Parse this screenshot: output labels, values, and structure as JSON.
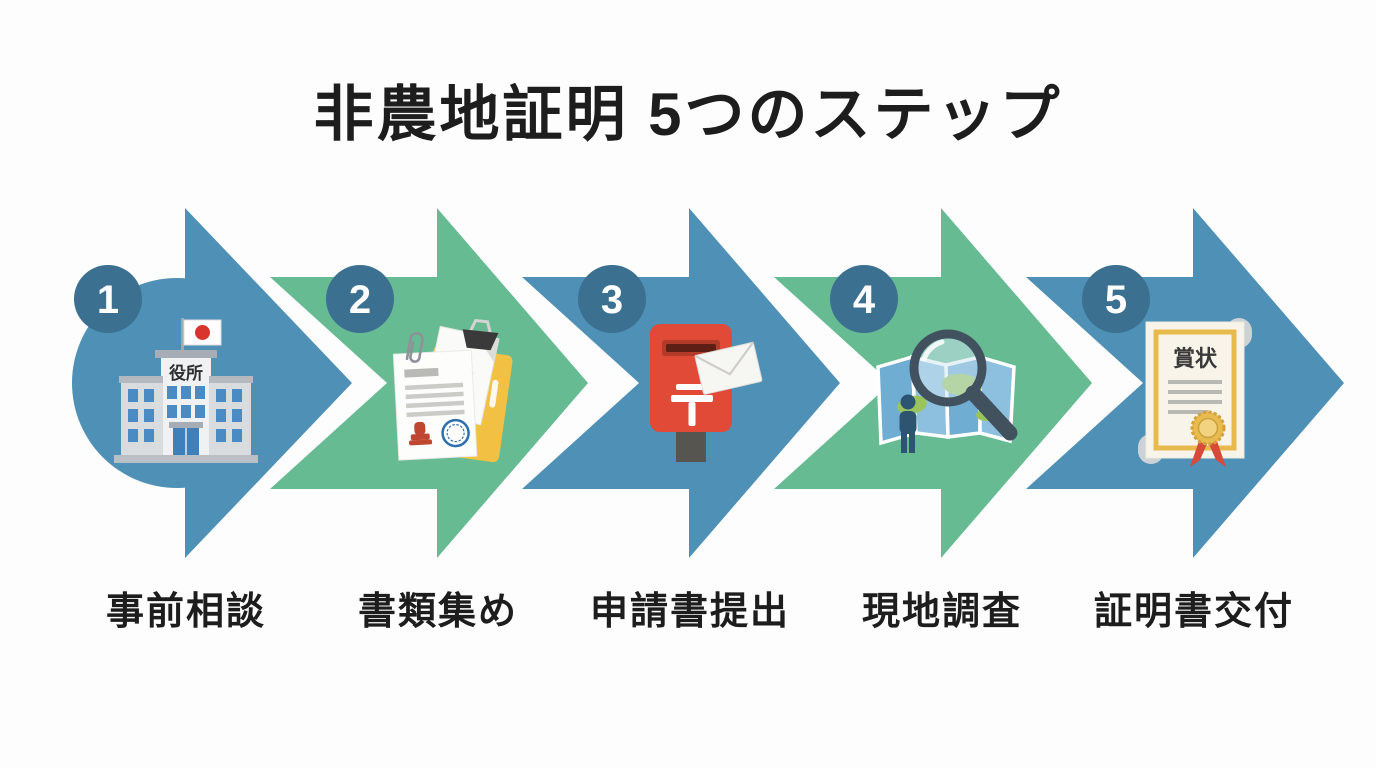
{
  "title": "非農地証明 5つのステップ",
  "colors": {
    "background": "#fdfdfd",
    "text": "#1d1d1d",
    "arrow_blue": "#4e90b6",
    "arrow_green": "#67bb92",
    "badge": "#3b7090",
    "badge_number": "#ffffff"
  },
  "steps": [
    {
      "number": "1",
      "label": "事前相談",
      "icon": "city-hall-icon",
      "icon_text": "役所",
      "arrow_color": "#4e90b6"
    },
    {
      "number": "2",
      "label": "書類集め",
      "icon": "documents-icon",
      "arrow_color": "#67bb92"
    },
    {
      "number": "3",
      "label": "申請書提出",
      "icon": "postbox-icon",
      "icon_text": "〒",
      "arrow_color": "#4e90b6"
    },
    {
      "number": "4",
      "label": "現地調査",
      "icon": "map-magnifier-icon",
      "arrow_color": "#67bb92"
    },
    {
      "number": "5",
      "label": "証明書交付",
      "icon": "certificate-icon",
      "icon_text": "賞状",
      "arrow_color": "#4e90b6"
    }
  ]
}
